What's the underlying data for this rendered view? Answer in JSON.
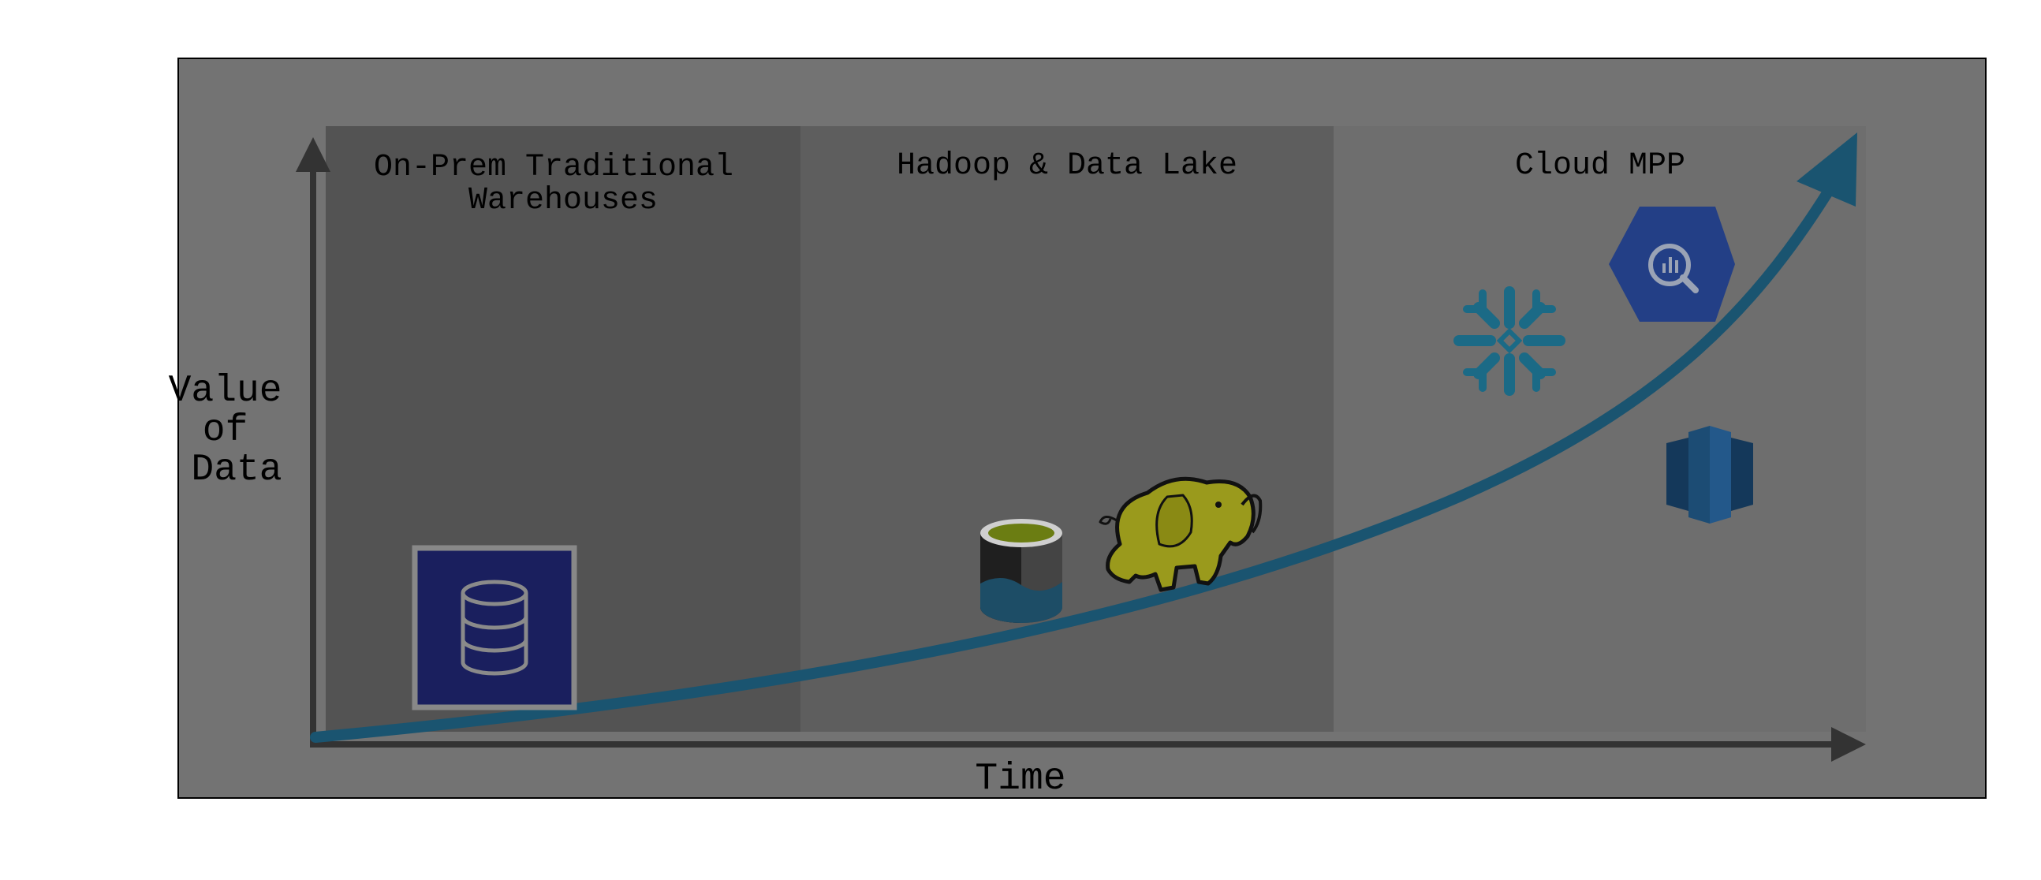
{
  "eras": [
    {
      "label_lines": [
        "On-Prem Traditional",
        "Warehouses"
      ],
      "icons": [
        "database-icon"
      ]
    },
    {
      "label_lines": [
        "Hadoop & Data Lake"
      ],
      "icons": [
        "data-lake-bucket-icon",
        "hadoop-elephant-icon"
      ]
    },
    {
      "label_lines": [
        "Cloud MPP"
      ],
      "icons": [
        "snowflake-icon",
        "bigquery-icon",
        "redshift-icon"
      ]
    }
  ],
  "axes": {
    "y_label_lines": [
      "Value",
      "of",
      "Data"
    ],
    "x_label": "Time"
  },
  "colors": {
    "frame_bg": "#737373",
    "era1_bg": "#535353",
    "era2_bg": "#5e5e5e",
    "era3_bg": "#6e6e6e",
    "axis": "#333333",
    "curve": "#1a5470",
    "db_box": "#1a1f5e",
    "snowflake": "#1b6a86",
    "bigquery": "#233f86",
    "elephant": "#9a9a1c"
  }
}
